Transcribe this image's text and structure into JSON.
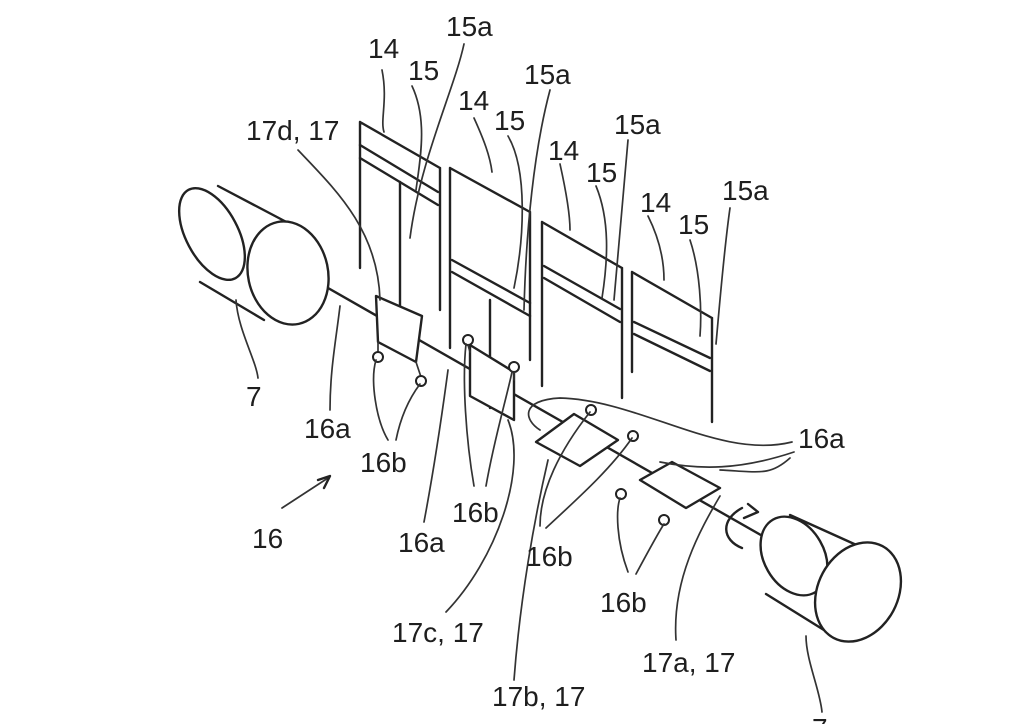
{
  "labels": {
    "l14": "14",
    "l15": "15",
    "l15a": "15a",
    "l16": "16",
    "l16a": "16a",
    "l16b": "16b",
    "l7": "7",
    "l17a": "17a, 17",
    "l17b": "17b, 17",
    "l17c": "17c, 17",
    "l17d": "17d, 17"
  },
  "components": [
    "motor-cylinder",
    "shaft",
    "plate-assembly",
    "crank-electrode",
    "terminal"
  ]
}
